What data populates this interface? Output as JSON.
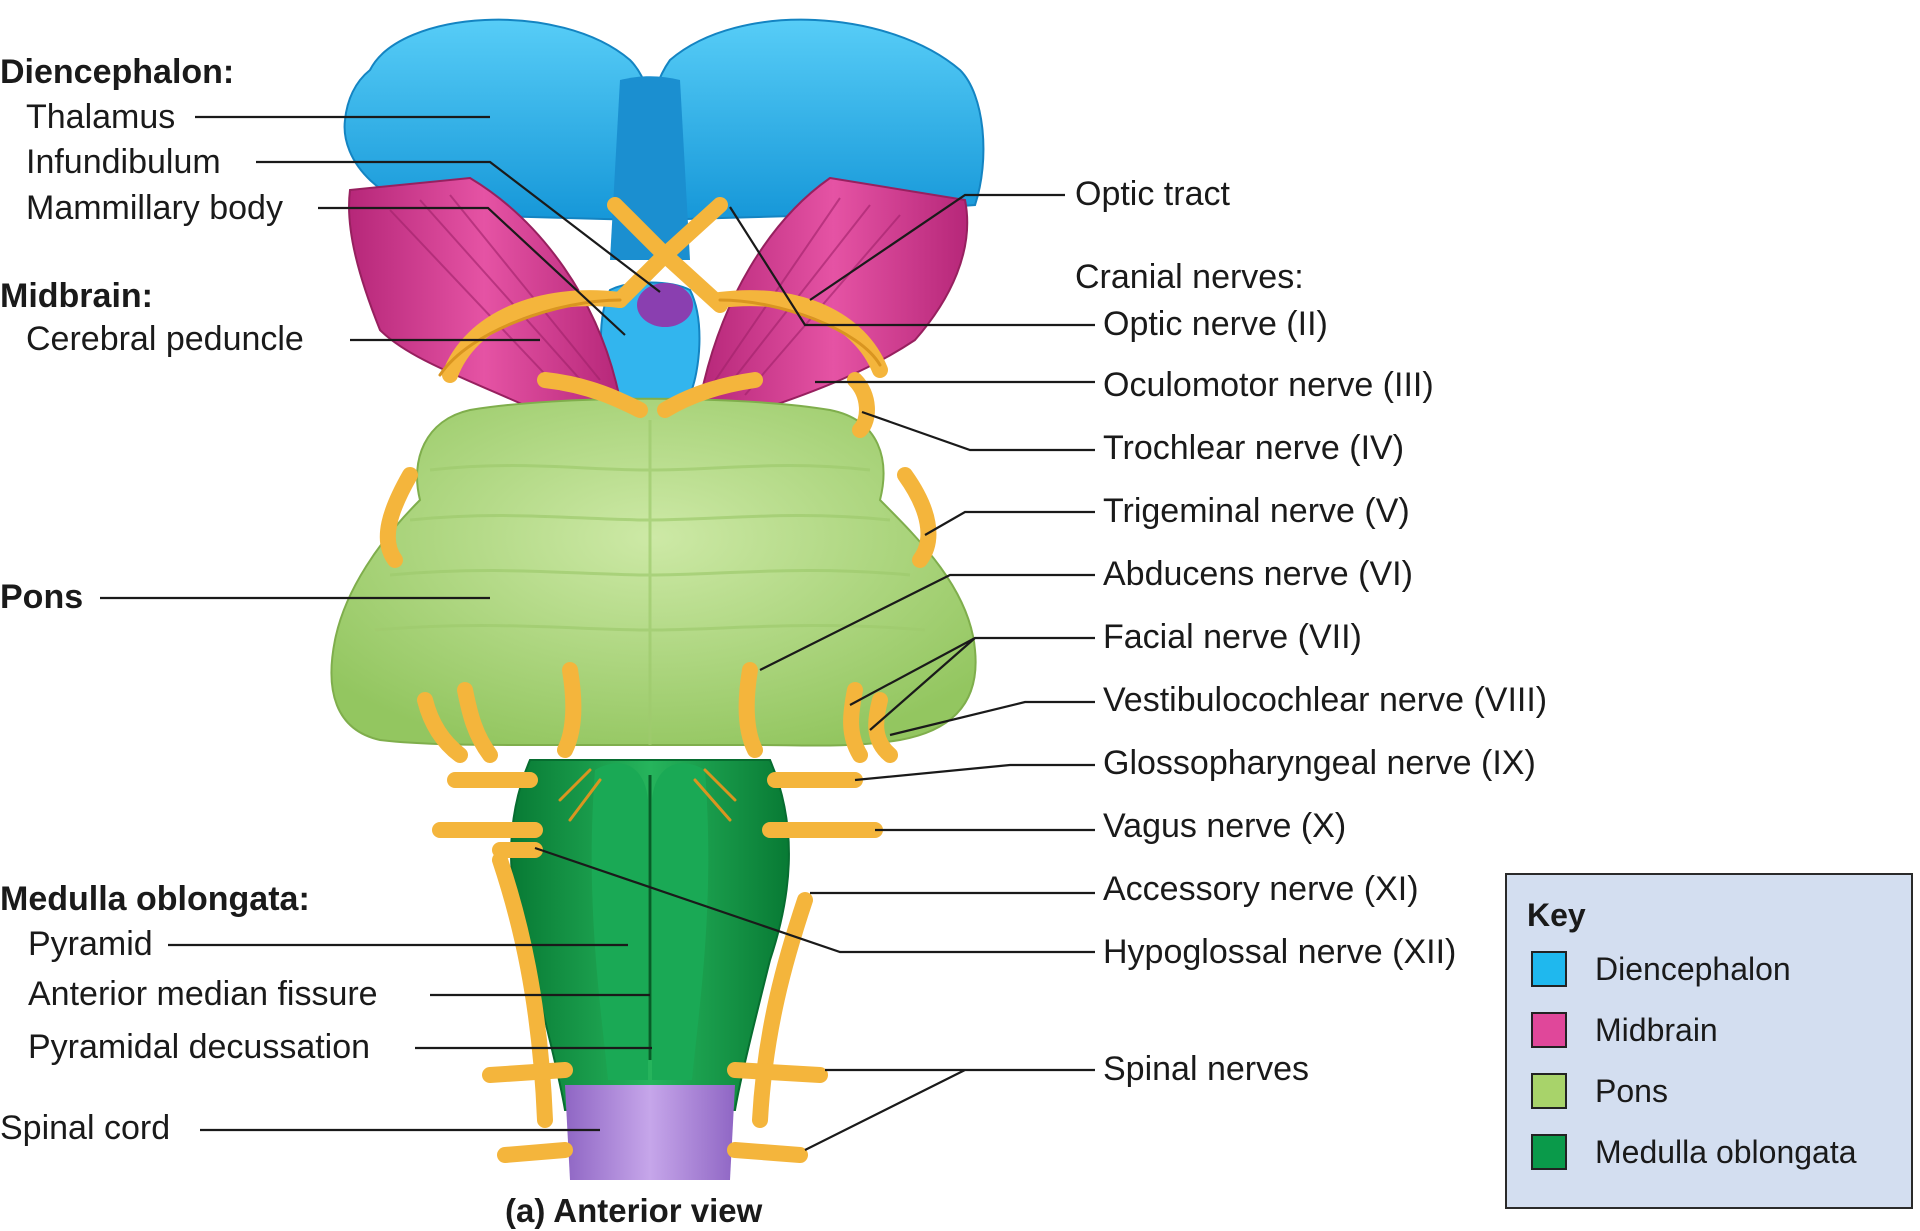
{
  "figure": {
    "caption": "(a) Anterior view",
    "left_labels": {
      "diencephalon_heading": "Diencephalon:",
      "thalamus": "Thalamus",
      "infundibulum": "Infundibulum",
      "mammillary_body": "Mammillary body",
      "midbrain_heading": "Midbrain:",
      "cerebral_peduncle": "Cerebral peduncle",
      "pons": "Pons",
      "medulla_heading": "Medulla oblongata:",
      "pyramid": "Pyramid",
      "anterior_median_fissure": "Anterior median fissure",
      "pyramidal_decussation": "Pyramidal decussation",
      "spinal_cord": "Spinal cord"
    },
    "right_labels": {
      "optic_tract": "Optic tract",
      "cranial_nerves_heading": "Cranial nerves:",
      "optic_nerve": "Optic nerve (II)",
      "oculomotor_nerve": "Oculomotor nerve (III)",
      "trochlear_nerve": "Trochlear nerve (IV)",
      "trigeminal_nerve": "Trigeminal nerve (V)",
      "abducens_nerve": "Abducens nerve (VI)",
      "facial_nerve": "Facial nerve (VII)",
      "vestibulocochlear_nerve": "Vestibulocochlear nerve (VIII)",
      "glossopharyngeal_nerve": "Glossopharyngeal nerve (IX)",
      "vagus_nerve": "Vagus nerve (X)",
      "accessory_nerve": "Accessory nerve (XI)",
      "hypoglossal_nerve": "Hypoglossal nerve (XII)",
      "spinal_nerves": "Spinal nerves"
    }
  },
  "key": {
    "title": "Key",
    "items": [
      {
        "label": "Diencephalon",
        "color": "#1fb8ee"
      },
      {
        "label": "Midbrain",
        "color": "#e0479a"
      },
      {
        "label": "Pons",
        "color": "#a8d36a"
      },
      {
        "label": "Medulla oblongata",
        "color": "#0a9a4a"
      }
    ]
  },
  "colors": {
    "diencephalon": "#2cb8ef",
    "diencephalon_dark": "#1a8fd0",
    "midbrain": "#d8388f",
    "midbrain_dark": "#a8236c",
    "pons": "#b5dd82",
    "pons_dark": "#8fc25c",
    "medulla": "#14a04c",
    "medulla_dark": "#0a7a36",
    "nerve": "#f2b33a",
    "nerve_dark": "#d99520",
    "infundibulum": "#8a3fb0",
    "spinal_cord": "#b08bd8",
    "leader_line": "#1a1a1a"
  }
}
